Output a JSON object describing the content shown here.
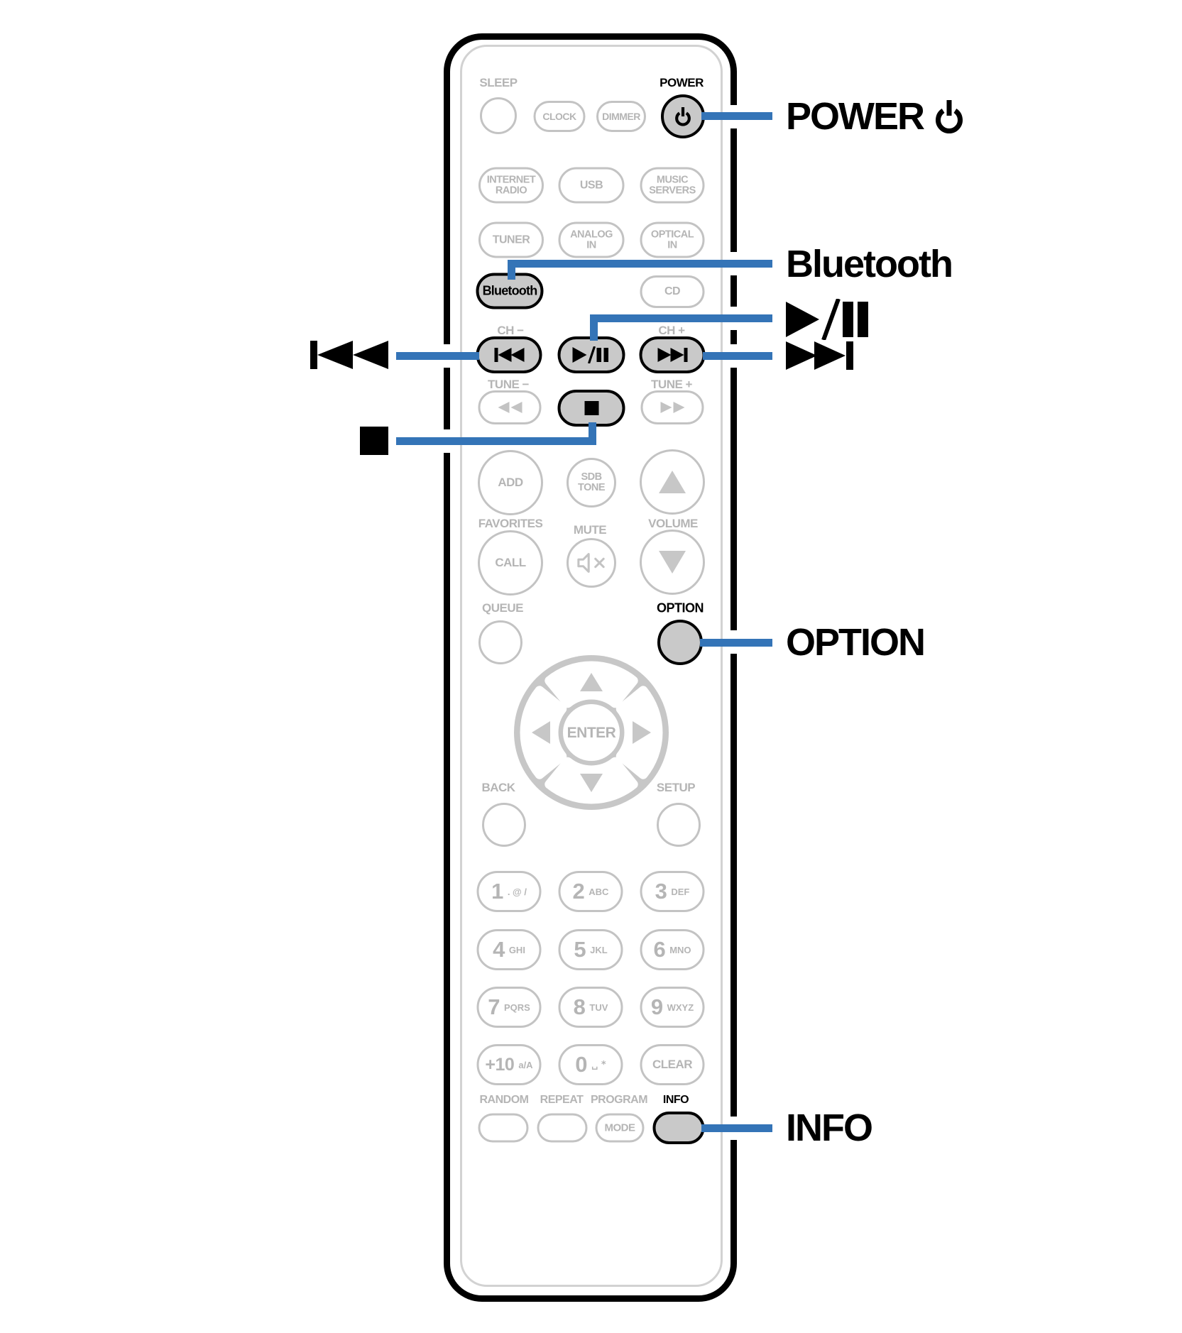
{
  "colors": {
    "callout_blue": "#3474b7",
    "button_fill": "#c9c9c9",
    "outline_gray": "#c3c3c3",
    "text_gray": "#b5b5b5",
    "dpad_gray": "#c7c7c7",
    "black": "#000000"
  },
  "remote": {
    "sleep": "SLEEP",
    "power": "POWER",
    "clock": "CLOCK",
    "dimmer": "DIMMER",
    "internet1": "INTERNET",
    "internet2": "RADIO",
    "usb": "USB",
    "music1": "MUSIC",
    "music2": "SERVERS",
    "tuner": "TUNER",
    "analog1": "ANALOG",
    "analog2": "IN",
    "optical1": "OPTICAL",
    "optical2": "IN",
    "bluetooth": "Bluetooth",
    "cd": "CD",
    "ch_minus": "CH −",
    "ch_plus": "CH +",
    "tune_minus": "TUNE −",
    "tune_plus": "TUNE +",
    "add": "ADD",
    "sdb1": "SDB",
    "sdb2": "TONE",
    "favorites": "FAVORITES",
    "mute": "MUTE",
    "volume": "VOLUME",
    "call": "CALL",
    "queue": "QUEUE",
    "option": "OPTION",
    "enter": "ENTER",
    "back": "BACK",
    "setup": "SETUP",
    "random": "RANDOM",
    "repeat": "REPEAT",
    "program": "PROGRAM",
    "mode": "MODE",
    "info": "INFO",
    "clear": "CLEAR"
  },
  "keypad": [
    {
      "num": "1",
      "sub": ". @ /"
    },
    {
      "num": "2",
      "sub": "ABC"
    },
    {
      "num": "3",
      "sub": "DEF"
    },
    {
      "num": "4",
      "sub": "GHI"
    },
    {
      "num": "5",
      "sub": "JKL"
    },
    {
      "num": "6",
      "sub": "MNO"
    },
    {
      "num": "7",
      "sub": "PQRS"
    },
    {
      "num": "8",
      "sub": "TUV"
    },
    {
      "num": "9",
      "sub": "WXYZ"
    },
    {
      "num": "+10",
      "sub": "a/A"
    },
    {
      "num": "0",
      "sub": "␣ *"
    }
  ],
  "callouts": {
    "power": "POWER",
    "bluetooth": "Bluetooth",
    "option": "OPTION",
    "info": "INFO",
    "play_pause_icon": "play-pause",
    "skip_forward_icon": "skip-forward",
    "skip_back_icon": "skip-back",
    "stop_icon": "stop",
    "power_icon": "power-symbol"
  }
}
